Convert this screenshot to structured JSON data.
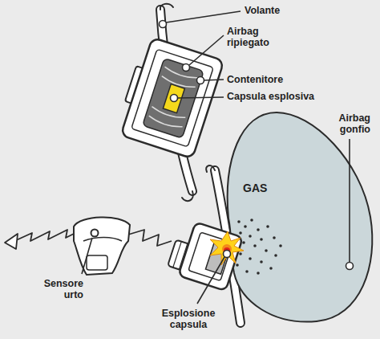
{
  "diagram": {
    "nodes": [
      {
        "text": [
          "GAS"
        ]
      }
    ],
    "labels": [
      "Volante",
      "Airbag ripiegato",
      "Contenitore",
      "Capsula esplosiva",
      "Airbag gonfio",
      "Sensore urto",
      "Esplosione capsula"
    ]
  }
}
